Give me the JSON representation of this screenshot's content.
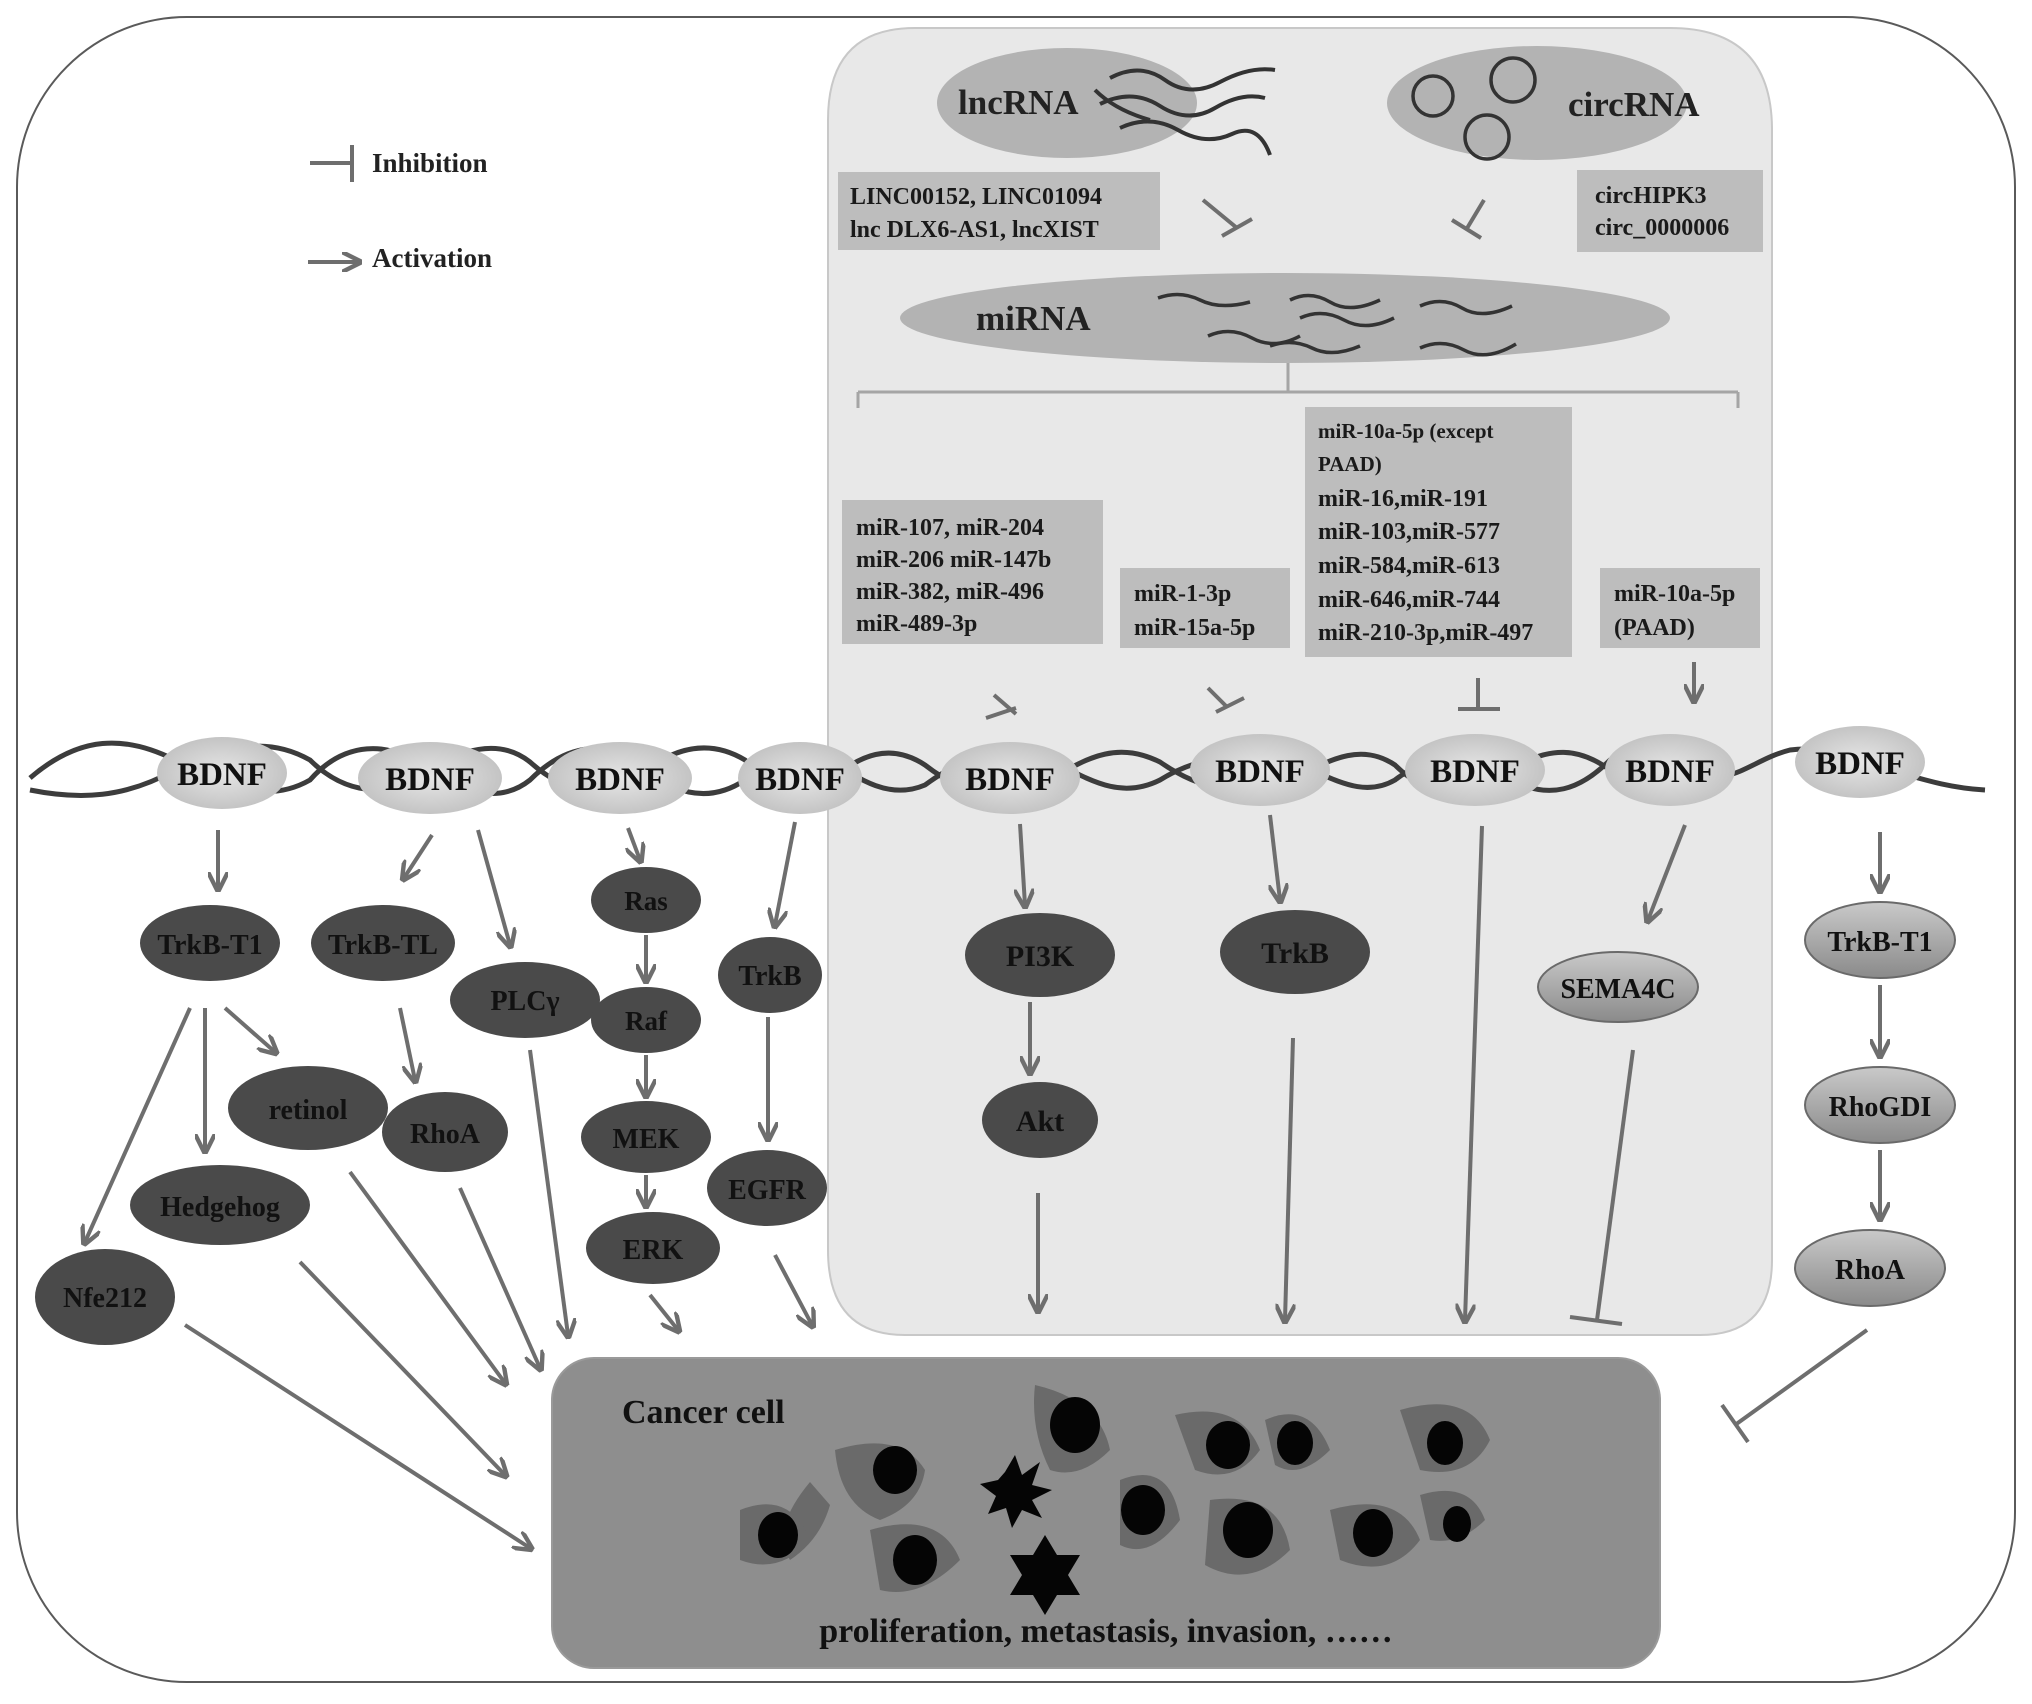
{
  "legend": {
    "inhibition_label": "Inhibition",
    "activation_label": "Activation"
  },
  "noncoding": {
    "lncrna_label": "lncRNA",
    "circrna_label": "circRNA",
    "mirna_label": "miRNA",
    "lnc_list": [
      "LINC00152, LINC01094",
      "lnc DLX6-AS1, lncXIST"
    ],
    "circ_list": [
      "circHIPK3",
      "circ_0000006"
    ]
  },
  "mirna_groups": {
    "group1": [
      "miR-107, miR-204",
      "miR-206 miR-147b",
      "miR-382, miR-496",
      "miR-489-3p"
    ],
    "group2": [
      "miR-1-3p",
      "miR-15a-5p"
    ],
    "group3_head": [
      "miR-10a-5p (except",
      "PAAD)"
    ],
    "group3": [
      "miR-16,miR-191",
      "miR-103,miR-577",
      "miR-584,miR-613",
      "miR-646,miR-744",
      "miR-210-3p,miR-497"
    ],
    "group4": [
      "miR-10a-5p",
      "(PAAD)"
    ]
  },
  "bdnf_label": "BDNF",
  "nodes": {
    "trkb_t1": "TrkB-T1",
    "trkb_tl": "TrkB-TL",
    "plcg": "PLCγ",
    "ras": "Ras",
    "raf": "Raf",
    "mek": "MEK",
    "erk": "ERK",
    "trkb": "TrkB",
    "egfr": "EGFR",
    "pi3k": "PI3K",
    "akt": "Akt",
    "trkb_center": "TrkB",
    "sema4c": "SEMA4C",
    "trkb_t1_right": "TrkB-T1",
    "rhogdi": "RhoGDI",
    "rhoa_right": "RhoA",
    "retinol": "retinol",
    "rhoa": "RhoA",
    "hedgehog": "Hedgehog",
    "nfe212": "Nfe212"
  },
  "cancer": {
    "title": "Cancer cell",
    "outcomes": "proliferation, metastasis, invasion, ……"
  },
  "colors": {
    "panel": "#e8e8e8",
    "dark_node": "#4a4a4a",
    "mid_node": "#8f8f8f",
    "arrow": "#6e6e6e",
    "label_box": "#bdbdbd"
  }
}
